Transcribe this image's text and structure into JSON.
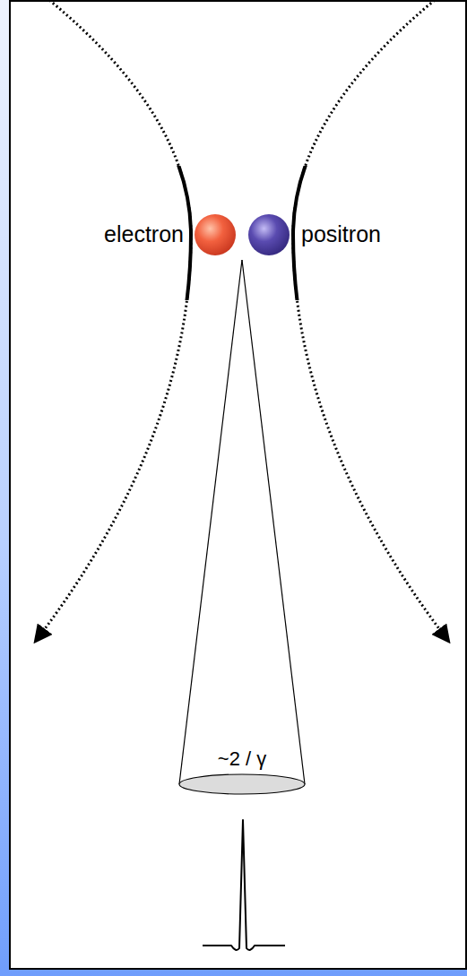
{
  "diagram": {
    "labels": [
      "electron",
      "positron",
      "~2 / γ"
    ]
  }
}
